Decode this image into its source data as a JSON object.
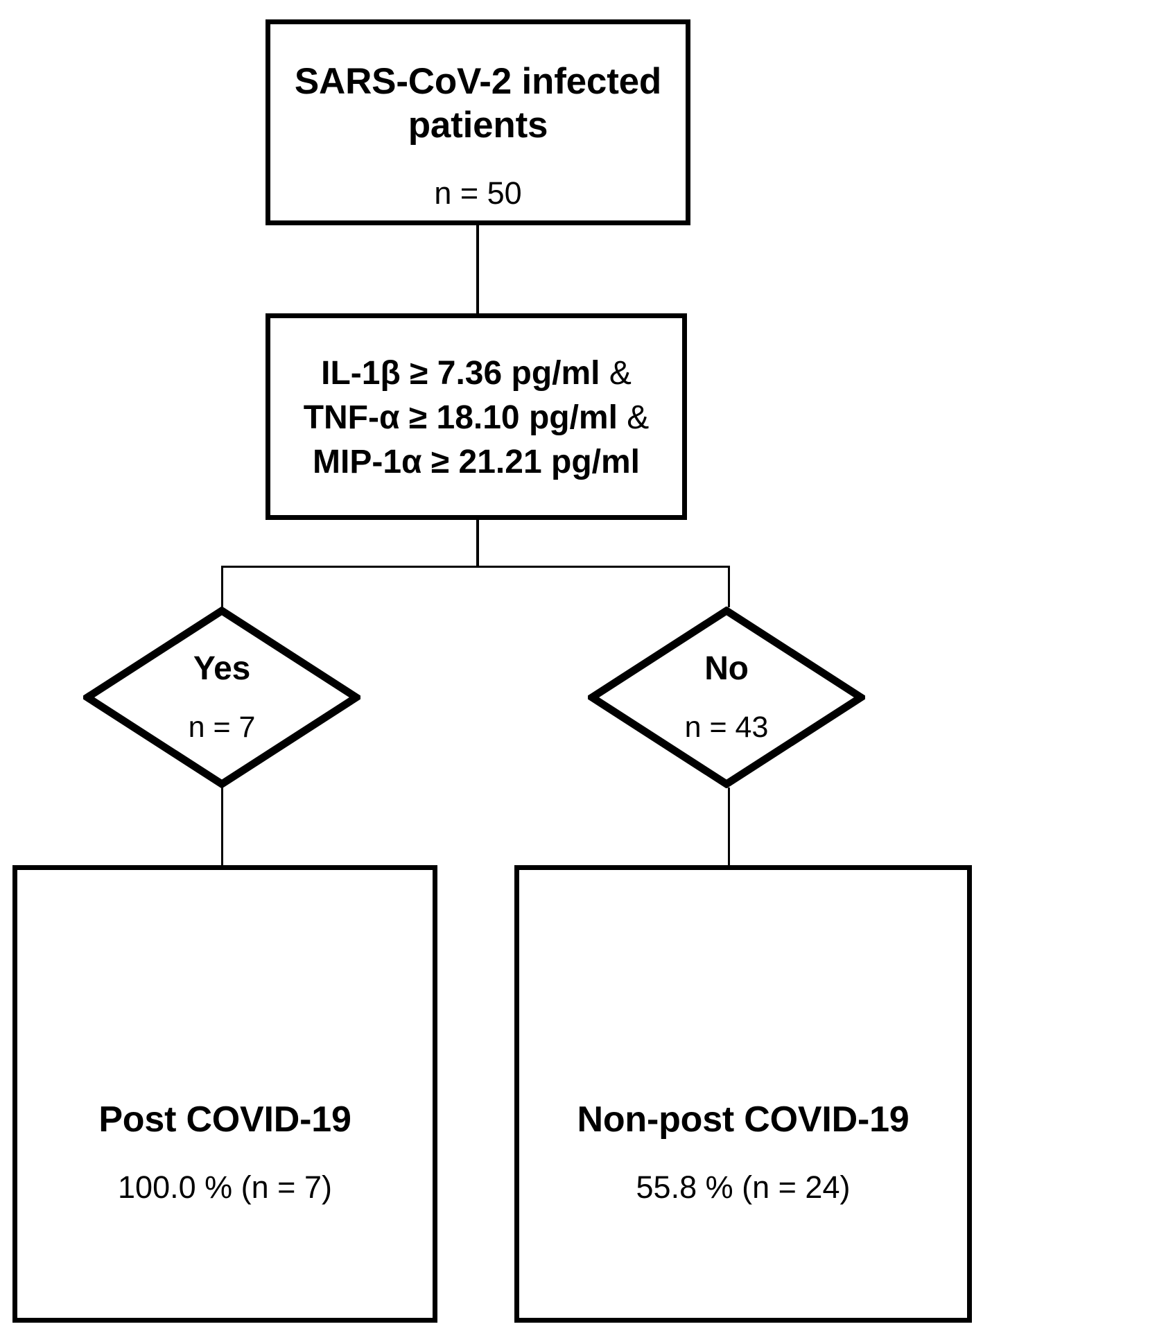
{
  "diagram": {
    "type": "flowchart",
    "orientation": "top-down",
    "background_color": "#ffffff",
    "line_color": "#000000",
    "nodes": {
      "root": {
        "shape": "rectangle",
        "title": "SARS-CoV-2 infected patients",
        "count_label": "n = 50"
      },
      "criteria": {
        "shape": "rectangle",
        "lines": [
          {
            "condition": "IL-1β ≥ 7.36 pg/ml",
            "connector": "&"
          },
          {
            "condition": "TNF-α ≥ 18.10 pg/ml",
            "connector": "&"
          },
          {
            "condition": "MIP-1α ≥ 21.21 pg/ml",
            "connector": ""
          }
        ],
        "prefix_connector": "&"
      },
      "yes_branch": {
        "shape": "diamond",
        "label": "Yes",
        "count_label": "n = 7"
      },
      "no_branch": {
        "shape": "diamond",
        "label": "No",
        "count_label": "n =  43"
      },
      "outcome_left": {
        "shape": "rectangle",
        "title": "Post COVID-19",
        "stat_label": "100.0 % (n = 7)"
      },
      "outcome_right": {
        "shape": "rectangle",
        "title": "Non-post COVID-19",
        "stat_label": "55.8 % (n = 24)"
      }
    }
  }
}
